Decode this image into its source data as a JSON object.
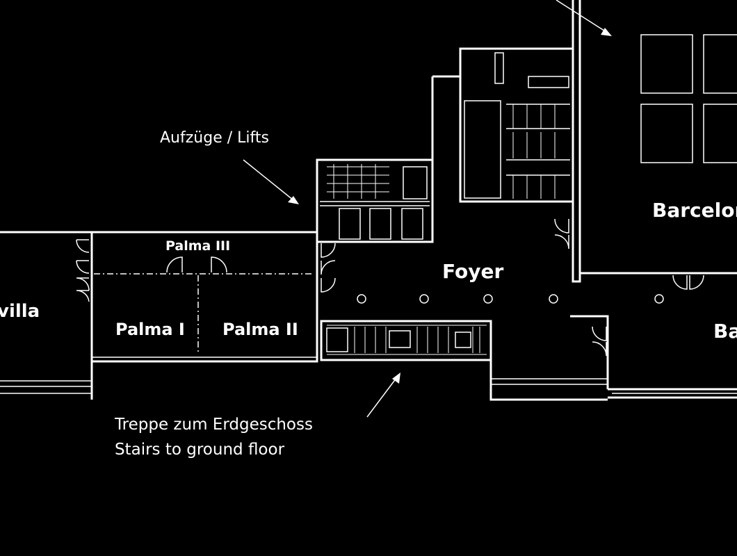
{
  "rooms": {
    "sevilla": "villa",
    "palma_3": "Palma III",
    "palma_1": "Palma I",
    "palma_2": "Palma II",
    "foyer": "Foyer",
    "barcelona": "Barcelon",
    "ba": "Ba"
  },
  "annotations": {
    "lifts": "Aufzüge / Lifts",
    "stairs_de": "Treppe zum Erdgeschoss",
    "stairs_en": "Stairs to ground floor"
  },
  "colors": {
    "background": "#000000",
    "lines": "#ffffff"
  }
}
